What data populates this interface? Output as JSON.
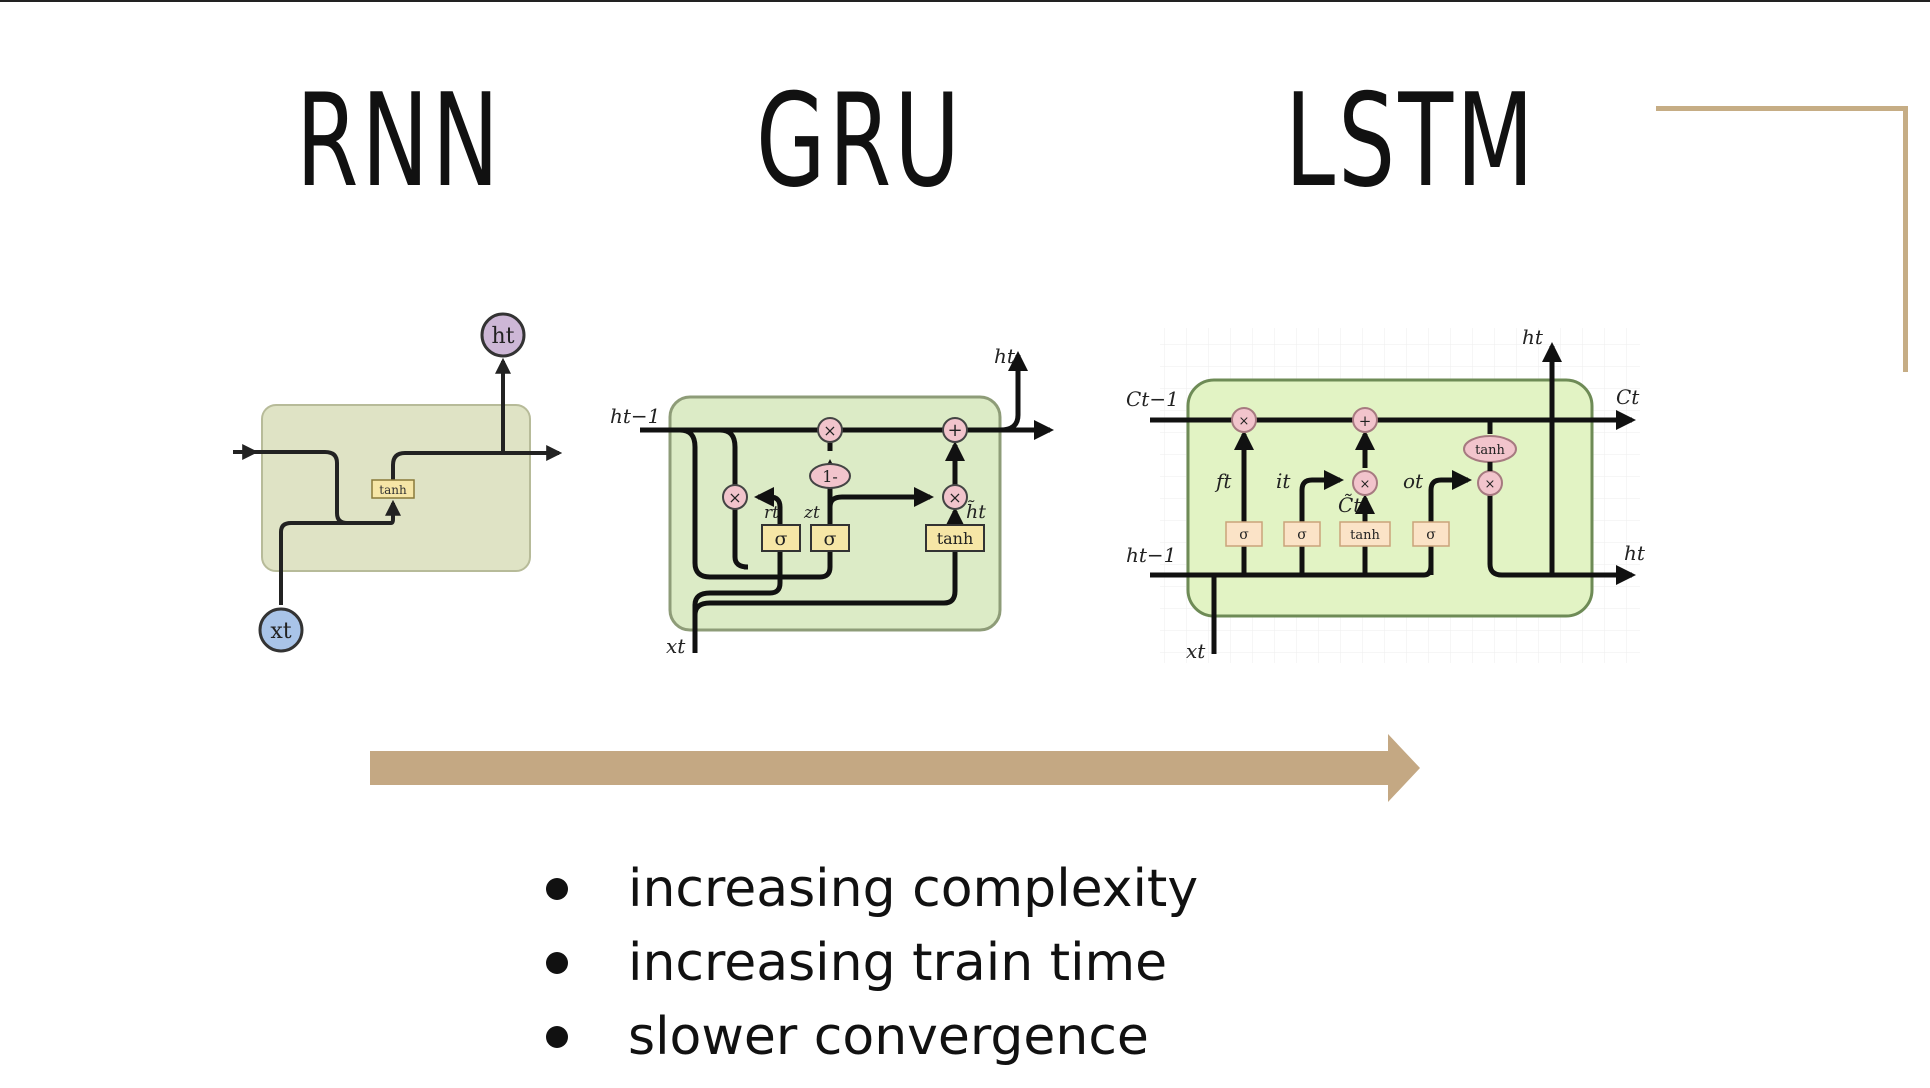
{
  "titles": {
    "rnn": "RNN",
    "gru": "GRU",
    "lstm": "LSTM"
  },
  "rnn": {
    "input_label": "xt",
    "output_label": "ht",
    "activation_label": "tanh"
  },
  "gru": {
    "prev_hidden_label": "ht−1",
    "hidden_out_label": "ht",
    "input_label": "xt",
    "reset_gate_label": "rt",
    "update_gate_label": "zt",
    "candidate_label": "h̃t",
    "one_minus_label": "1-",
    "multiply_label": "×",
    "add_label": "+",
    "sigma_label": "σ",
    "tanh_label": "tanh"
  },
  "lstm": {
    "prev_cell_label": "Ct−1",
    "cell_out_label": "Ct",
    "prev_hidden_label": "ht−1",
    "hidden_out_label": "ht",
    "hidden_up_label": "ht",
    "input_label": "xt",
    "forget_gate_label": "ft",
    "input_gate_label": "it",
    "candidate_label": "C̃t",
    "output_gate_label": "ot",
    "multiply_label": "×",
    "add_label": "+",
    "sigma_label": "σ",
    "tanh_label": "tanh"
  },
  "bullets": [
    "increasing complexity",
    "increasing train time",
    "slower convergence"
  ],
  "colors": {
    "accent": "#c6ad85",
    "arrow_fill": "#c4a883",
    "rnn_cell": "#dfe3c5",
    "gru_cell": "#dcebc6",
    "lstm_cell": "#e2f3c4",
    "pointwise_op": "#f2c4cc",
    "gate_box": "#f6e6a6",
    "input_node": "#a9c4e8",
    "output_node": "#cdb7d6"
  }
}
